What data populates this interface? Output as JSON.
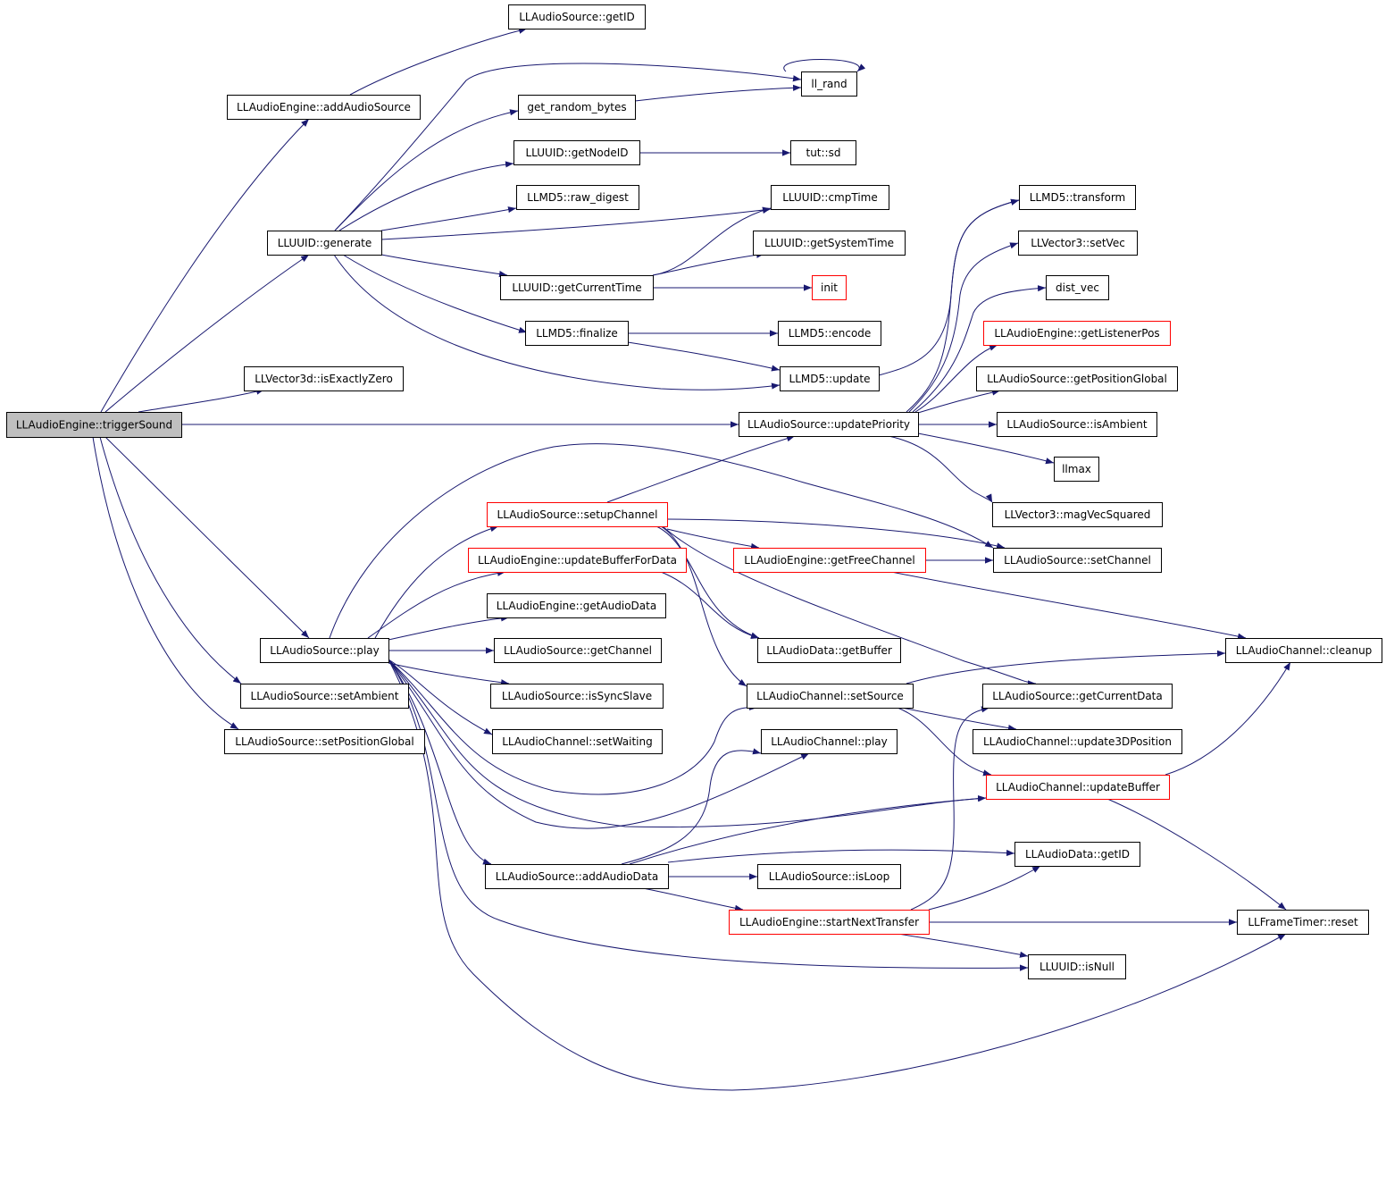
{
  "graph": {
    "root": "triggerSound",
    "colors": {
      "edge": "#191970",
      "border": "#000000",
      "truncated_border": "#ff0000",
      "root_fill": "#bfbfbf"
    },
    "nodes": [
      {
        "id": "triggerSound",
        "label": "LLAudioEngine::triggerSound",
        "style": "root"
      },
      {
        "id": "addAudioSource",
        "label": "LLAudioEngine::addAudioSource"
      },
      {
        "id": "src_getID",
        "label": "LLAudioSource::getID"
      },
      {
        "id": "ll_rand",
        "label": "ll_rand"
      },
      {
        "id": "get_random_bytes",
        "label": "get_random_bytes"
      },
      {
        "id": "getNodeID",
        "label": "LLUUID::getNodeID"
      },
      {
        "id": "tut_sd",
        "label": "tut::sd"
      },
      {
        "id": "raw_digest",
        "label": "LLMD5::raw_digest"
      },
      {
        "id": "cmpTime",
        "label": "LLUUID::cmpTime"
      },
      {
        "id": "generate",
        "label": "LLUUID::generate"
      },
      {
        "id": "getSystemTime",
        "label": "LLUUID::getSystemTime"
      },
      {
        "id": "getCurrentTime",
        "label": "LLUUID::getCurrentTime"
      },
      {
        "id": "init",
        "label": "init",
        "style": "red"
      },
      {
        "id": "finalize",
        "label": "LLMD5::finalize"
      },
      {
        "id": "encode",
        "label": "LLMD5::encode"
      },
      {
        "id": "md5_update",
        "label": "LLMD5::update"
      },
      {
        "id": "transform",
        "label": "LLMD5::transform"
      },
      {
        "id": "setVec",
        "label": "LLVector3::setVec"
      },
      {
        "id": "dist_vec",
        "label": "dist_vec"
      },
      {
        "id": "getListenerPos",
        "label": "LLAudioEngine::getListenerPos",
        "style": "red"
      },
      {
        "id": "getPositionGlobal",
        "label": "LLAudioSource::getPositionGlobal"
      },
      {
        "id": "isExactlyZero",
        "label": "LLVector3d::isExactlyZero"
      },
      {
        "id": "updatePriority",
        "label": "LLAudioSource::updatePriority"
      },
      {
        "id": "isAmbient",
        "label": "LLAudioSource::isAmbient"
      },
      {
        "id": "llmax",
        "label": "llmax"
      },
      {
        "id": "magVecSquared",
        "label": "LLVector3::magVecSquared"
      },
      {
        "id": "setupChannel",
        "label": "LLAudioSource::setupChannel",
        "style": "red"
      },
      {
        "id": "updateBufferForData",
        "label": "LLAudioEngine::updateBufferForData",
        "style": "red"
      },
      {
        "id": "getFreeChannel",
        "label": "LLAudioEngine::getFreeChannel",
        "style": "red"
      },
      {
        "id": "setChannel",
        "label": "LLAudioSource::setChannel"
      },
      {
        "id": "getAudioData",
        "label": "LLAudioEngine::getAudioData"
      },
      {
        "id": "src_play",
        "label": "LLAudioSource::play"
      },
      {
        "id": "getChannel",
        "label": "LLAudioSource::getChannel"
      },
      {
        "id": "getBuffer",
        "label": "LLAudioData::getBuffer"
      },
      {
        "id": "cleanup",
        "label": "LLAudioChannel::cleanup"
      },
      {
        "id": "setAmbient",
        "label": "LLAudioSource::setAmbient"
      },
      {
        "id": "isSyncSlave",
        "label": "LLAudioSource::isSyncSlave"
      },
      {
        "id": "setSource",
        "label": "LLAudioChannel::setSource"
      },
      {
        "id": "getCurrentData",
        "label": "LLAudioSource::getCurrentData"
      },
      {
        "id": "setPositionGlobal",
        "label": "LLAudioSource::setPositionGlobal"
      },
      {
        "id": "setWaiting",
        "label": "LLAudioChannel::setWaiting"
      },
      {
        "id": "chan_play",
        "label": "LLAudioChannel::play"
      },
      {
        "id": "update3DPosition",
        "label": "LLAudioChannel::update3DPosition"
      },
      {
        "id": "updateBuffer",
        "label": "LLAudioChannel::updateBuffer",
        "style": "red"
      },
      {
        "id": "addAudioData",
        "label": "LLAudioSource::addAudioData"
      },
      {
        "id": "isLoop",
        "label": "LLAudioSource::isLoop"
      },
      {
        "id": "data_getID",
        "label": "LLAudioData::getID"
      },
      {
        "id": "startNextTransfer",
        "label": "LLAudioEngine::startNextTransfer",
        "style": "red"
      },
      {
        "id": "frame_reset",
        "label": "LLFrameTimer::reset"
      },
      {
        "id": "isNull",
        "label": "LLUUID::isNull"
      }
    ],
    "edges": [
      [
        "triggerSound",
        "addAudioSource"
      ],
      [
        "triggerSound",
        "generate"
      ],
      [
        "triggerSound",
        "isExactlyZero"
      ],
      [
        "triggerSound",
        "updatePriority"
      ],
      [
        "triggerSound",
        "src_play"
      ],
      [
        "triggerSound",
        "setAmbient"
      ],
      [
        "triggerSound",
        "setPositionGlobal"
      ],
      [
        "addAudioSource",
        "src_getID"
      ],
      [
        "generate",
        "ll_rand"
      ],
      [
        "generate",
        "get_random_bytes"
      ],
      [
        "generate",
        "getNodeID"
      ],
      [
        "generate",
        "raw_digest"
      ],
      [
        "generate",
        "cmpTime"
      ],
      [
        "generate",
        "getCurrentTime"
      ],
      [
        "generate",
        "finalize"
      ],
      [
        "generate",
        "md5_update"
      ],
      [
        "ll_rand",
        "ll_rand"
      ],
      [
        "get_random_bytes",
        "ll_rand"
      ],
      [
        "getNodeID",
        "tut_sd"
      ],
      [
        "getCurrentTime",
        "cmpTime"
      ],
      [
        "getCurrentTime",
        "getSystemTime"
      ],
      [
        "getCurrentTime",
        "init"
      ],
      [
        "finalize",
        "encode"
      ],
      [
        "finalize",
        "md5_update"
      ],
      [
        "md5_update",
        "transform"
      ],
      [
        "updatePriority",
        "transform"
      ],
      [
        "updatePriority",
        "setVec"
      ],
      [
        "updatePriority",
        "dist_vec"
      ],
      [
        "updatePriority",
        "getListenerPos"
      ],
      [
        "updatePriority",
        "getPositionGlobal"
      ],
      [
        "updatePriority",
        "isAmbient"
      ],
      [
        "updatePriority",
        "llmax"
      ],
      [
        "updatePriority",
        "magVecSquared"
      ],
      [
        "src_play",
        "setupChannel"
      ],
      [
        "src_play",
        "updateBufferForData"
      ],
      [
        "src_play",
        "getAudioData"
      ],
      [
        "src_play",
        "getChannel"
      ],
      [
        "src_play",
        "isSyncSlave"
      ],
      [
        "src_play",
        "setWaiting"
      ],
      [
        "src_play",
        "setChannel"
      ],
      [
        "src_play",
        "setSource"
      ],
      [
        "src_play",
        "chan_play"
      ],
      [
        "src_play",
        "updateBuffer"
      ],
      [
        "src_play",
        "addAudioData"
      ],
      [
        "src_play",
        "isNull"
      ],
      [
        "src_play",
        "frame_reset"
      ],
      [
        "setupChannel",
        "updatePriority"
      ],
      [
        "setupChannel",
        "setChannel"
      ],
      [
        "setupChannel",
        "getFreeChannel"
      ],
      [
        "setupChannel",
        "getBuffer"
      ],
      [
        "setupChannel",
        "setSource"
      ],
      [
        "setupChannel",
        "getCurrentData"
      ],
      [
        "updateBufferForData",
        "getBuffer"
      ],
      [
        "getFreeChannel",
        "setChannel"
      ],
      [
        "getFreeChannel",
        "cleanup"
      ],
      [
        "setSource",
        "cleanup"
      ],
      [
        "setSource",
        "update3DPosition"
      ],
      [
        "setSource",
        "updateBuffer"
      ],
      [
        "updateBuffer",
        "cleanup"
      ],
      [
        "updateBuffer",
        "frame_reset"
      ],
      [
        "addAudioData",
        "chan_play"
      ],
      [
        "addAudioData",
        "updateBuffer"
      ],
      [
        "addAudioData",
        "data_getID"
      ],
      [
        "addAudioData",
        "isLoop"
      ],
      [
        "addAudioData",
        "startNextTransfer"
      ],
      [
        "startNextTransfer",
        "getCurrentData"
      ],
      [
        "startNextTransfer",
        "data_getID"
      ],
      [
        "startNextTransfer",
        "frame_reset"
      ],
      [
        "startNextTransfer",
        "isNull"
      ]
    ]
  }
}
